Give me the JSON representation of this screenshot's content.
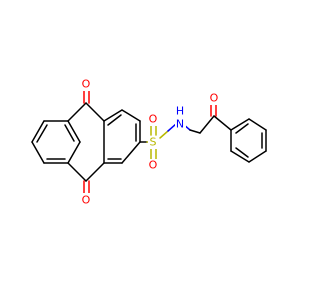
{
  "atom_labels": {
    "carbonyl_o_top": "O",
    "carbonyl_o_bottom": "O",
    "sulfonyl_s": "S",
    "sulfonyl_o_upper": "O",
    "sulfonyl_o_lower": "O",
    "amide_n": "N",
    "amide_h": "H",
    "ketone_o": "O"
  },
  "colors": {
    "bond": "#000000",
    "oxygen": "#ff0000",
    "sulfur": "#b8b800",
    "nitrogen": "#0000ff",
    "background": "#ffffff"
  }
}
